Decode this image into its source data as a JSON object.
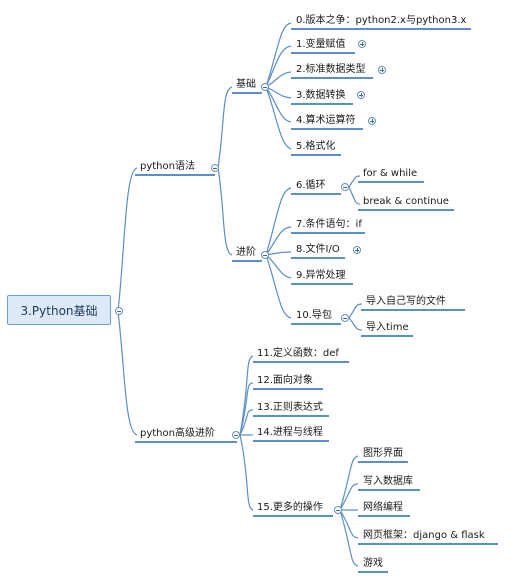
{
  "root": "3.Python基础",
  "branches": {
    "syntax": "python语法",
    "basic": "基础",
    "advanced": "进阶",
    "pro": "python高级进阶"
  },
  "basic_items": [
    "0.版本之争：python2.x与python3.x",
    "1.变量赋值",
    "2.标准数据类型",
    "3.数据转换",
    "4.算术运算符",
    "5.格式化"
  ],
  "advanced_items": [
    "6.循环",
    "7.条件语句：if",
    "8.文件I/O",
    "9.异常处理",
    "10.导包"
  ],
  "loop_items": [
    "for & while",
    "break & continue"
  ],
  "import_items": [
    "导入自己写的文件",
    "导入time"
  ],
  "pro_items": [
    "11.定义函数：def",
    "12.面向对象",
    "13.正则表达式",
    "14.进程与线程",
    "15.更多的操作"
  ],
  "more_items": [
    "图形界面",
    "写入数据库",
    "网络编程",
    "网页框架：django & flask",
    "游戏"
  ],
  "colors": {
    "line": "#5b8fc7",
    "root_fill": "#dde9f7",
    "root_border": "#6a9fd2"
  }
}
